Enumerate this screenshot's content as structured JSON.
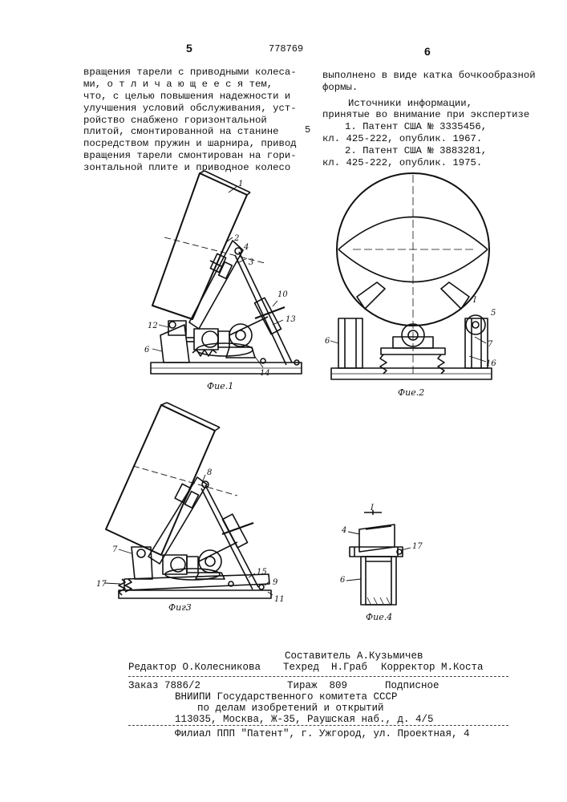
{
  "header": {
    "left_page_number": "5",
    "patent_number": "778769",
    "right_page_number": "6"
  },
  "left_column": {
    "lines": [
      "вращения тарели с приводными колеса-",
      "ми, о т л и ч а ю щ е е с я тем,",
      "что, с целью повышения надежности и",
      "улучшения условий обслуживания, уст-",
      "ройство снабжено горизонтальной",
      "плитой, смонтированной на станине",
      "посредством пружин и шарнира, привод",
      "вращения тарели смонтирован на гори-",
      "зонтальной плите и приводное колесо"
    ]
  },
  "right_column": {
    "lines": [
      "выполнено в виде катка бочкообразной",
      "формы."
    ],
    "sources_title": "Источники информации,",
    "sources_subtitle": "принятые во внимание при экспертизе",
    "sources": [
      "1. Патент США № 3335456,",
      "кл. 425-222, опублик. 1967.",
      "2. Патент США № 3883281,",
      "кл. 425-222, опублик. 1975."
    ],
    "margin_number": "5"
  },
  "figures": {
    "fig1_caption": "Фие.1",
    "fig2_caption": "Фие.2",
    "fig3_caption": "Фиг3",
    "fig4_caption": "Фие.4",
    "fig4_title": "I",
    "fig2_detail_mark": "I",
    "fig1_labels": [
      "1",
      "2",
      "4",
      "3",
      "10",
      "12",
      "13",
      "6",
      "14"
    ],
    "fig2_labels": [
      "5",
      "6",
      "7",
      "16"
    ],
    "fig3_labels": [
      "8",
      "7",
      "17",
      "15",
      "9",
      "11"
    ],
    "fig4_labels": [
      "4",
      "17",
      "6"
    ]
  },
  "footer": {
    "compiler": "Составитель А.Кузьмичев",
    "editor": "Редактор О.Колесникова",
    "techred": "Техред  Н.Граб",
    "corrector": "Корректор М.Коста",
    "order": "Заказ 7886/2",
    "circulation": "Тираж  809",
    "subscription": "Подписное",
    "org_line1": "ВНИИПИ Государственного комитета СССР",
    "org_line2": "по делам изобретений и открытий",
    "org_line3": "113035, Москва, Ж-35, Раушская наб., д. 4/5",
    "branch": "Филиал ППП \"Патент\", г. Ужгород, ул. Проектная, 4"
  }
}
